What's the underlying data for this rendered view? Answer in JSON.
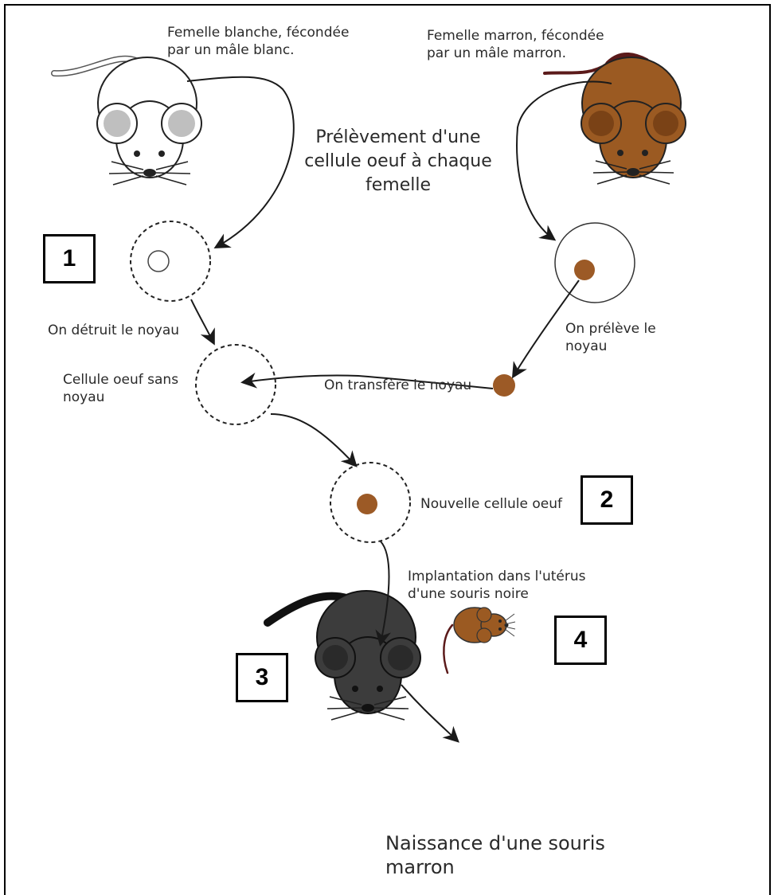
{
  "labels": {
    "female_white": [
      "Femelle blanche, fécondée",
      "par un mâle blanc."
    ],
    "female_brown": [
      "Femelle marron, fécondée",
      "par un mâle marron."
    ],
    "sampling": [
      "Prélèvement d'une",
      "cellule oeuf à chaque",
      "femelle"
    ],
    "destroy_nucleus": "On détruit le noyau",
    "extract_nucleus": [
      "On prélève le",
      "noyau"
    ],
    "enucleated_cell": [
      "Cellule oeuf sans",
      "noyau"
    ],
    "transfer_nucleus": "On transfère le noyau",
    "new_cell": "Nouvelle cellule oeuf",
    "implantation": [
      "Implantation dans l'utérus",
      "d'une souris noire"
    ],
    "birth": [
      "Naissance d'une souris",
      "marron"
    ]
  },
  "step_numbers": [
    "1",
    "2",
    "3",
    "4"
  ],
  "colors": {
    "white_mouse": "#ffffff",
    "brown_mouse": "#9b5a22",
    "black_mouse": "#3c3c3c",
    "nucleus_brown": "#9c5a26",
    "tail_brown": "#5b1a1a"
  }
}
